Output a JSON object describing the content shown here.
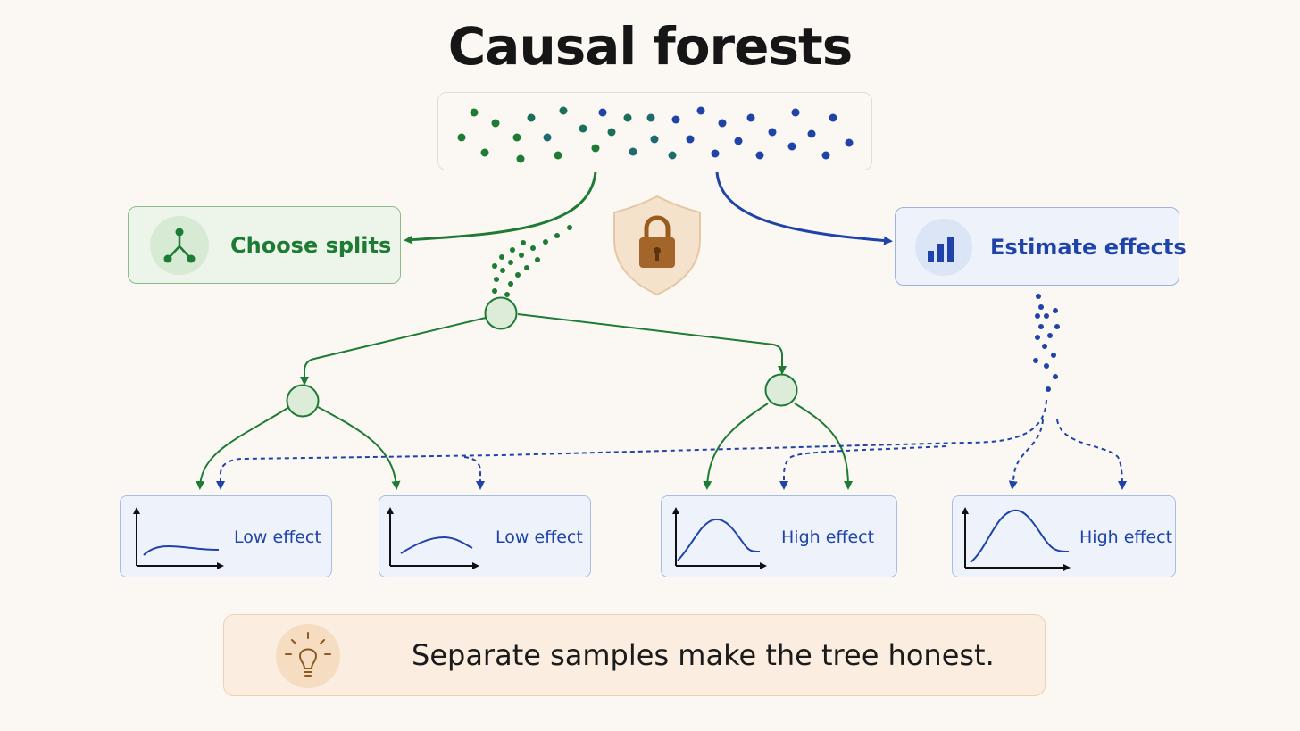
{
  "title": "Causal forests",
  "split_box": {
    "label": "Choose splits",
    "icon": "branch-split-icon"
  },
  "estimate_box": {
    "label": "Estimate effects",
    "icon": "bar-chart-icon"
  },
  "lock_icon": "padlock-shield-icon",
  "leaves": [
    {
      "label": "Low effect",
      "curve": "flat"
    },
    {
      "label": "Low effect",
      "curve": "low-hump"
    },
    {
      "label": "High effect",
      "curve": "high-peak"
    },
    {
      "label": "High effect",
      "curve": "high-peak"
    }
  ],
  "tip": {
    "text": "Separate samples make the tree honest.",
    "icon": "lightbulb-icon"
  },
  "colors": {
    "split_green": "#1e7b34",
    "estimate_blue": "#1f43a8",
    "lock_brown": "#9a5b1e",
    "tip_bg": "#fbeee0"
  }
}
